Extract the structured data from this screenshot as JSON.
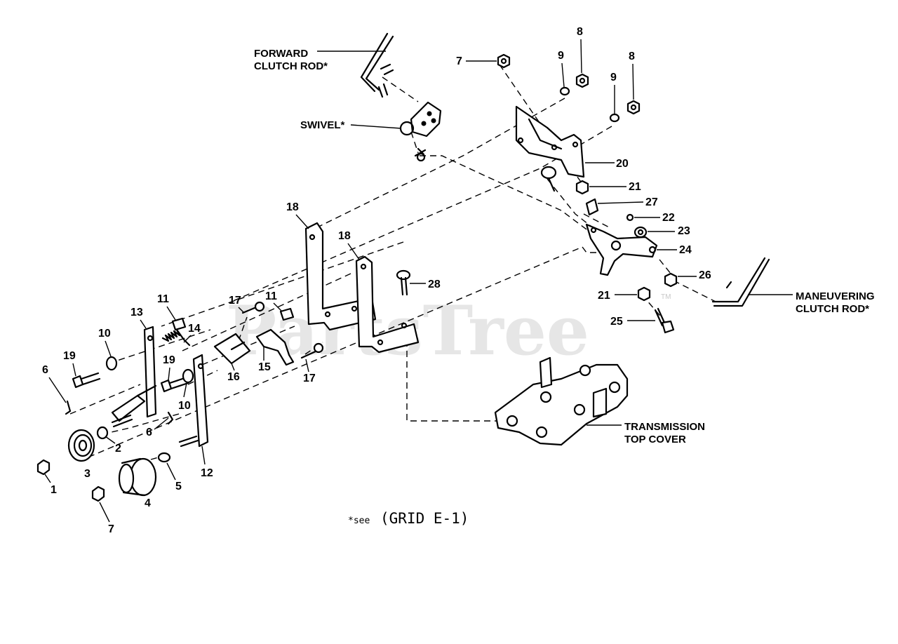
{
  "watermark": "PartsTree",
  "watermark_mark": "TM",
  "callouts": {
    "forward_clutch_rod_line1": "FORWARD",
    "forward_clutch_rod_line2": "CLUTCH ROD*",
    "swivel": "SWIVEL*",
    "maneuvering_clutch_rod_line1": "MANEUVERING",
    "maneuvering_clutch_rod_line2": "CLUTCH ROD*",
    "transmission_top_cover_line1": "TRANSMISSION",
    "transmission_top_cover_line2": "TOP COVER"
  },
  "footnote": {
    "prefix": "*see",
    "text": "(GRID E-1)"
  },
  "part_numbers": {
    "n1": "1",
    "n2": "2",
    "n3": "3",
    "n4": "4",
    "n5": "5",
    "n6a": "6",
    "n6b": "6",
    "n7a": "7",
    "n7b": "7",
    "n8a": "8",
    "n8b": "8",
    "n9a": "9",
    "n9b": "9",
    "n10a": "10",
    "n10b": "10",
    "n11a": "11",
    "n11b": "11",
    "n12": "12",
    "n13": "13",
    "n14": "14",
    "n15": "15",
    "n16": "16",
    "n17a": "17",
    "n17b": "17",
    "n18a": "18",
    "n18b": "18",
    "n19a": "19",
    "n19b": "19",
    "n20": "20",
    "n21a": "21",
    "n21b": "21",
    "n22": "22",
    "n23": "23",
    "n24": "24",
    "n25": "25",
    "n26": "26",
    "n27": "27",
    "n28": "28"
  }
}
